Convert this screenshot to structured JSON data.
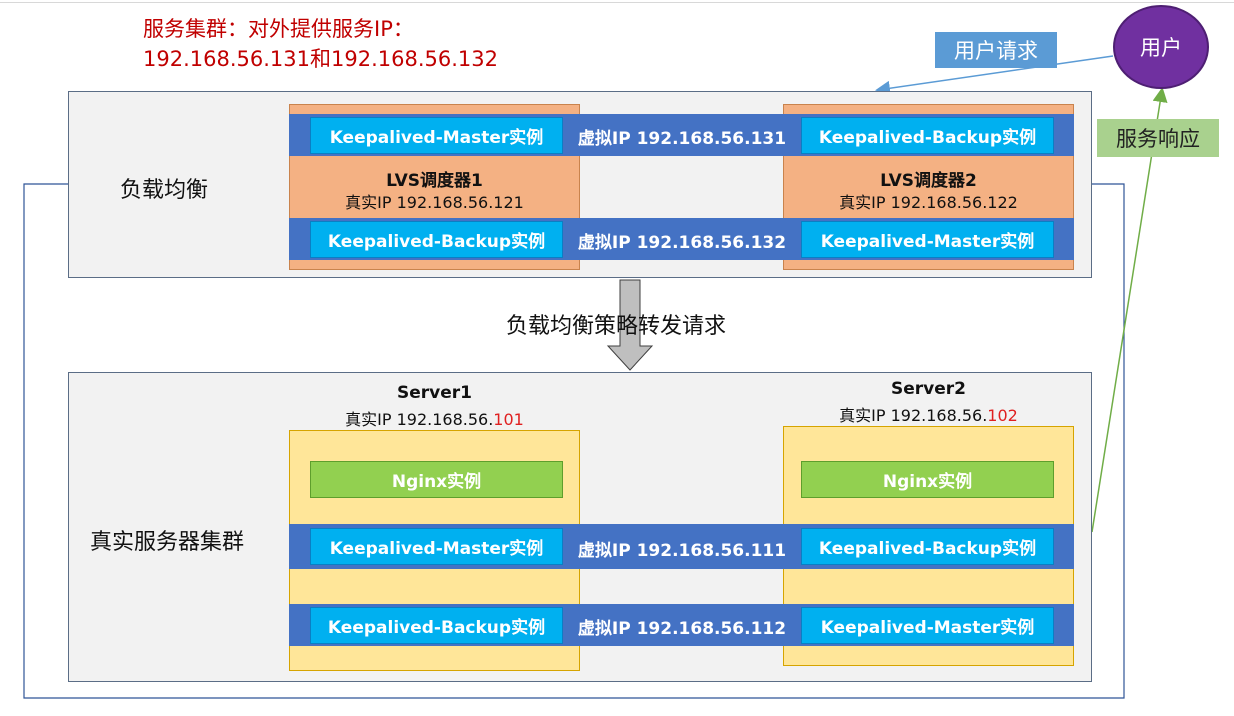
{
  "title": {
    "line1": "服务集群：对外提供服务IP：",
    "line2": "192.168.56.131和192.168.56.132"
  },
  "callouts": {
    "user": "用户",
    "user_request": "用户请求",
    "service_response": "服务响应"
  },
  "load_balancer": {
    "label": "负载均衡",
    "lvs1": {
      "title": "LVS调度器1",
      "ip": "真实IP 192.168.56.121"
    },
    "lvs2": {
      "title": "LVS调度器2",
      "ip": "真实IP 192.168.56.122"
    },
    "row1": {
      "left": "Keepalived-Master实例",
      "vip": "虚拟IP 192.168.56.131",
      "right": "Keepalived-Backup实例"
    },
    "row2": {
      "left": "Keepalived-Backup实例",
      "vip": "虚拟IP 192.168.56.132",
      "right": "Keepalived-Master实例"
    }
  },
  "forward_label": "负载均衡策略转发请求",
  "real_servers": {
    "label": "真实服务器集群",
    "server1": {
      "title": "Server1",
      "ip_prefix": "真实IP 192.168.56.",
      "ip_suffix": "101",
      "nginx": "Nginx实例"
    },
    "server2": {
      "title": "Server2",
      "ip_prefix": "真实IP 192.168.56.",
      "ip_suffix": "102",
      "nginx": "Nginx实例"
    },
    "row1": {
      "left": "Keepalived-Master实例",
      "vip": "虚拟IP 192.168.56.111",
      "right": "Keepalived-Backup实例"
    },
    "row2": {
      "left": "Keepalived-Backup实例",
      "vip": "虚拟IP 192.168.56.112",
      "right": "Keepalived-Master实例"
    }
  },
  "colors": {
    "title_red": "#c00000",
    "ip_suffix_red": "#e02020",
    "keepalived_blue": "#00b0f0",
    "band_blue": "#4472c4",
    "lvs_orange": "#f4b183",
    "server_yellow": "#ffe699",
    "nginx_green": "#92d050",
    "user_purple": "#7030a0",
    "request_arrow_blue": "#5b9bd5",
    "response_arrow_green": "#70ad47"
  }
}
